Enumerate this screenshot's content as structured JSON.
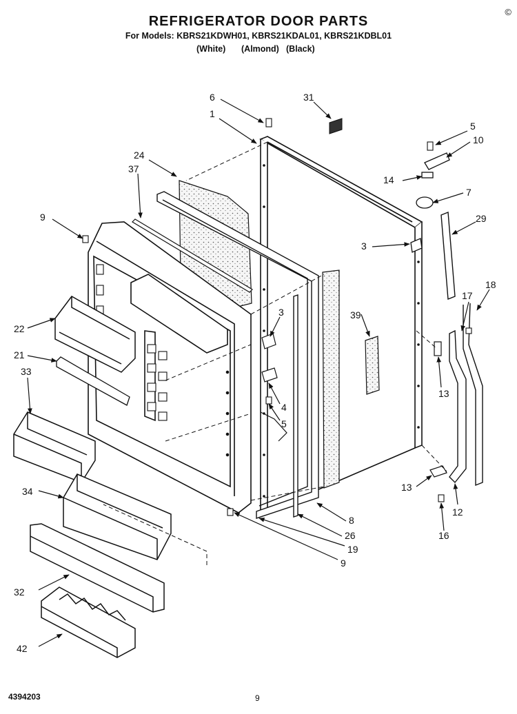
{
  "header": {
    "title": "REFRIGERATOR DOOR PARTS",
    "models": "For Models: KBRS21KDWH01, KBRS21KDAL01, KBRS21KDBL01",
    "colors": [
      "(White)",
      "(Almond)",
      "(Black)"
    ],
    "corner_mark": "©"
  },
  "callouts": [
    "6",
    "31",
    "1",
    "5",
    "10",
    "24",
    "37",
    "14",
    "7",
    "9",
    "29",
    "3",
    "3",
    "39",
    "17",
    "18",
    "22",
    "21",
    "4",
    "5",
    "13",
    "33",
    "34",
    "13",
    "12",
    "8",
    "26",
    "16",
    "19",
    "9",
    "32",
    "42"
  ],
  "footer": {
    "part_code": "4394203",
    "page_number": "9"
  }
}
